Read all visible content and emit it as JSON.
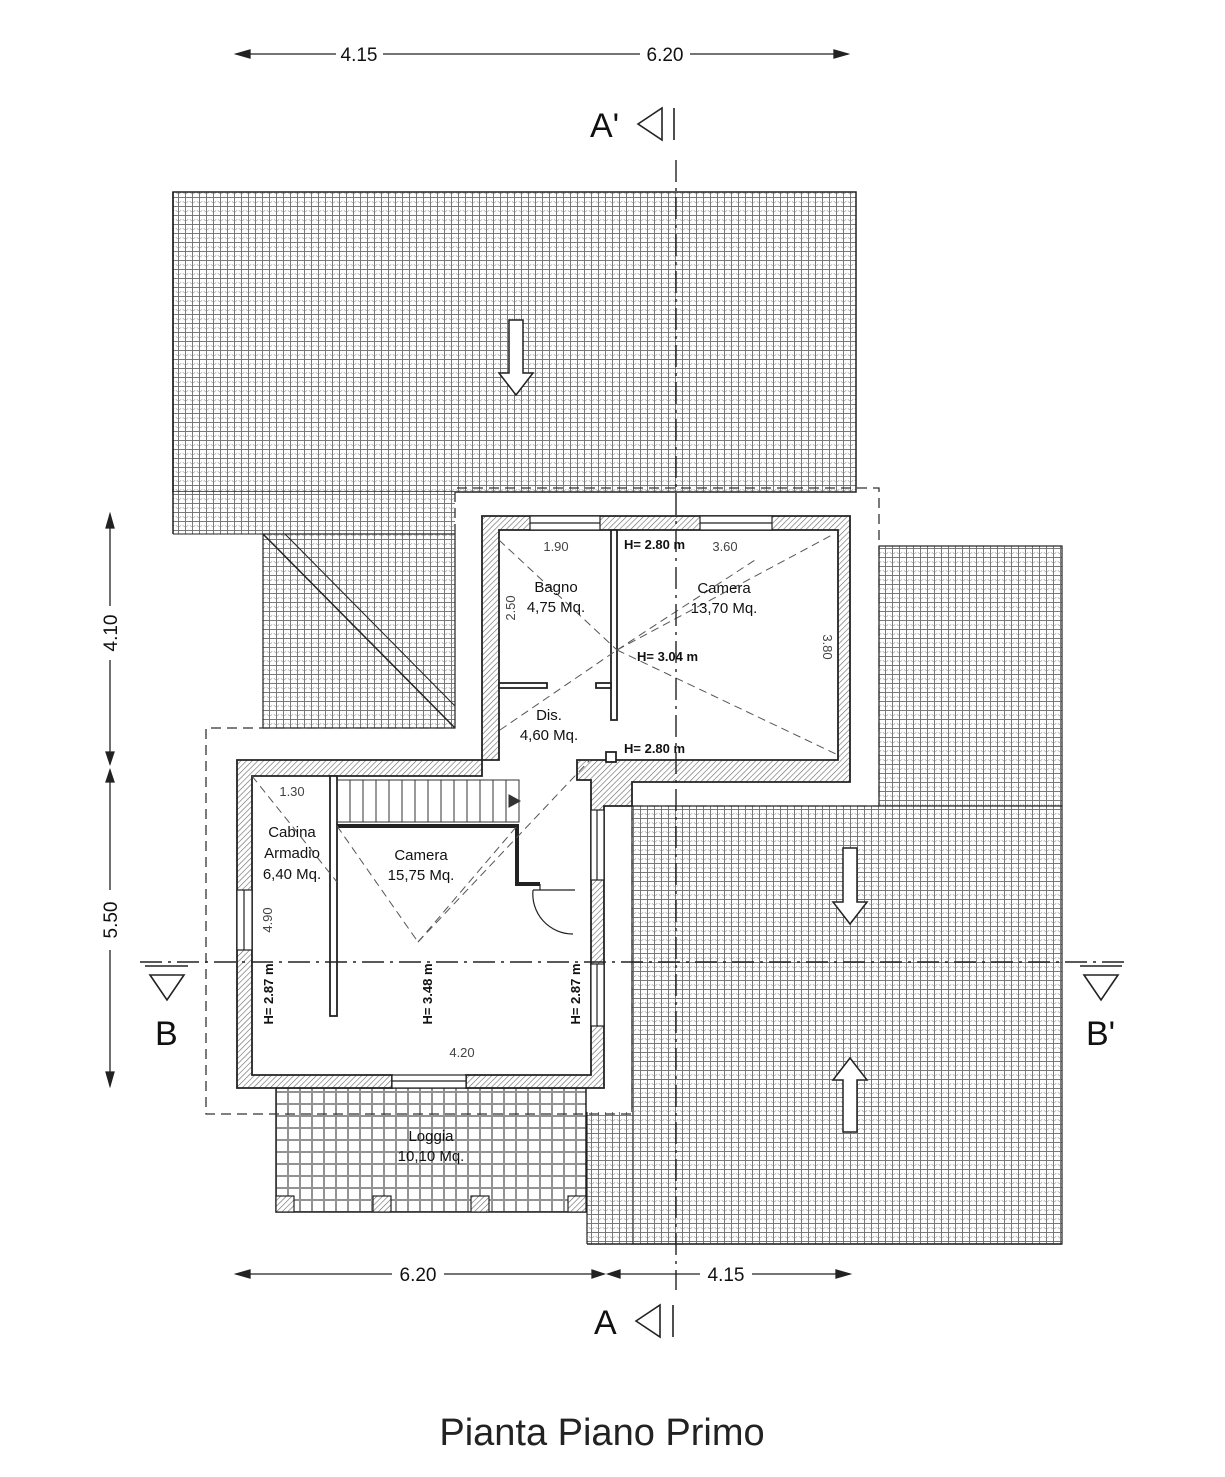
{
  "title": "Pianta Piano Primo",
  "dimensions": {
    "top_left": "4.15",
    "top_right": "6.20",
    "bottom_left": "6.20",
    "bottom_right": "4.15",
    "left_upper": "4.10",
    "left_lower": "5.50"
  },
  "section_marks": {
    "a_top": "A'",
    "a_bottom": "A",
    "b_left": "B",
    "b_right": "B'"
  },
  "rooms": {
    "bagno": {
      "name": "Bagno",
      "area": "4,75 Mq."
    },
    "camera_top": {
      "name": "Camera",
      "area": "13,70 Mq."
    },
    "dis": {
      "name": "Dis.",
      "area": "4,60 Mq."
    },
    "cabina": {
      "name_line1": "Cabina",
      "name_line2": "Armadio",
      "area": "6,40 Mq."
    },
    "camera_bottom": {
      "name": "Camera",
      "area": "15,75 Mq."
    },
    "loggia": {
      "name": "Loggia",
      "area": "10,10 Mq."
    }
  },
  "inner_dims": {
    "bagno_w": "1.90",
    "bagno_h": "2.50",
    "camera_top_w": "3.60",
    "camera_top_h": "3.80",
    "cabina_w": "1.30",
    "cabina_h": "4.90",
    "camera_bottom_w": "4.20"
  },
  "heights": {
    "h_top_1": "H= 2.80 m",
    "h_top_center": "H= 3.04 m",
    "h_top_2": "H= 2.80 m",
    "h_left": "H= 2.87 m",
    "h_center": "H= 3.48 m",
    "h_right": "H= 2.87 m"
  }
}
